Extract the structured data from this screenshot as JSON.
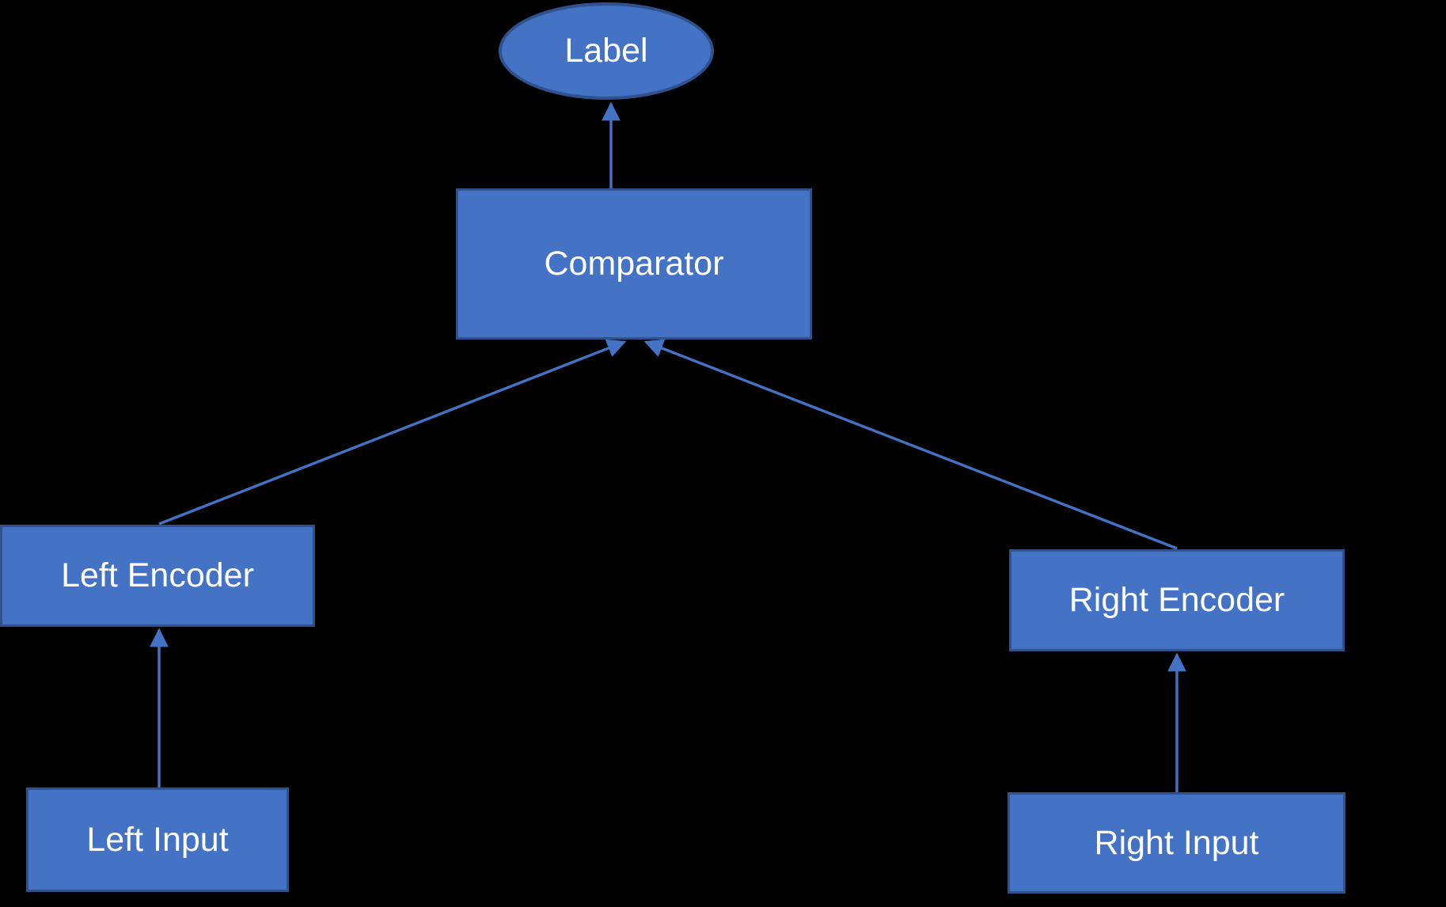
{
  "nodes": {
    "label": {
      "text": "Label",
      "shape": "ellipse"
    },
    "comparator": {
      "text": "Comparator",
      "shape": "rect"
    },
    "left_encoder": {
      "text": "Left Encoder",
      "shape": "rect"
    },
    "right_encoder": {
      "text": "Right Encoder",
      "shape": "rect"
    },
    "left_input": {
      "text": "Left Input",
      "shape": "rect"
    },
    "right_input": {
      "text": "Right Input",
      "shape": "rect"
    }
  },
  "edges": [
    {
      "from": "Comparator",
      "to": "Label",
      "arrow": "to"
    },
    {
      "from": "Left Encoder",
      "to": "Comparator",
      "arrow": "to"
    },
    {
      "from": "Right Encoder",
      "to": "Comparator",
      "arrow": "to"
    },
    {
      "from": "Left Input",
      "to": "Left Encoder",
      "arrow": "to"
    },
    {
      "from": "Right Input",
      "to": "Right Encoder",
      "arrow": "to"
    }
  ],
  "colors": {
    "background": "#000000",
    "node_fill": "#4472C4",
    "node_border": "#2F528F",
    "connector": "#4472C4",
    "text": "#FFFFFF"
  }
}
